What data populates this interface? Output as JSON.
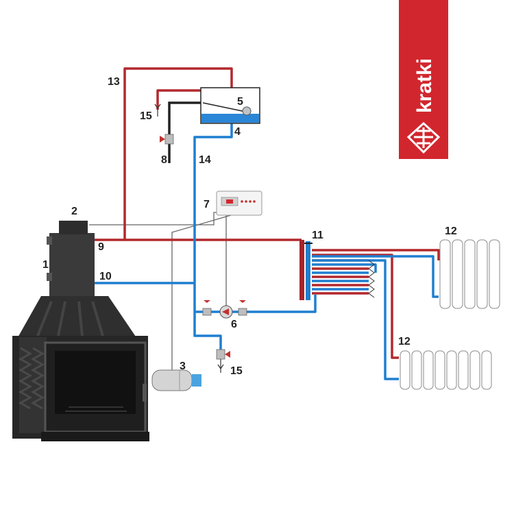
{
  "brand": {
    "name": "kratki",
    "color": "#d2262e"
  },
  "colors": {
    "hot": "#b3282d",
    "cold": "#1f7fd0",
    "signal": "#555555",
    "insert": "#2b2b2b",
    "tank_water": "#2a86d6"
  },
  "labels": {
    "l1": "1",
    "l2": "2",
    "l3": "3",
    "l4": "4",
    "l5": "5",
    "l6": "6",
    "l7": "7",
    "l8": "8",
    "l9": "9",
    "l10": "10",
    "l11": "11",
    "l12a": "12",
    "l12b": "12",
    "l13": "13",
    "l14": "14",
    "l15a": "15",
    "l15b": "15"
  }
}
